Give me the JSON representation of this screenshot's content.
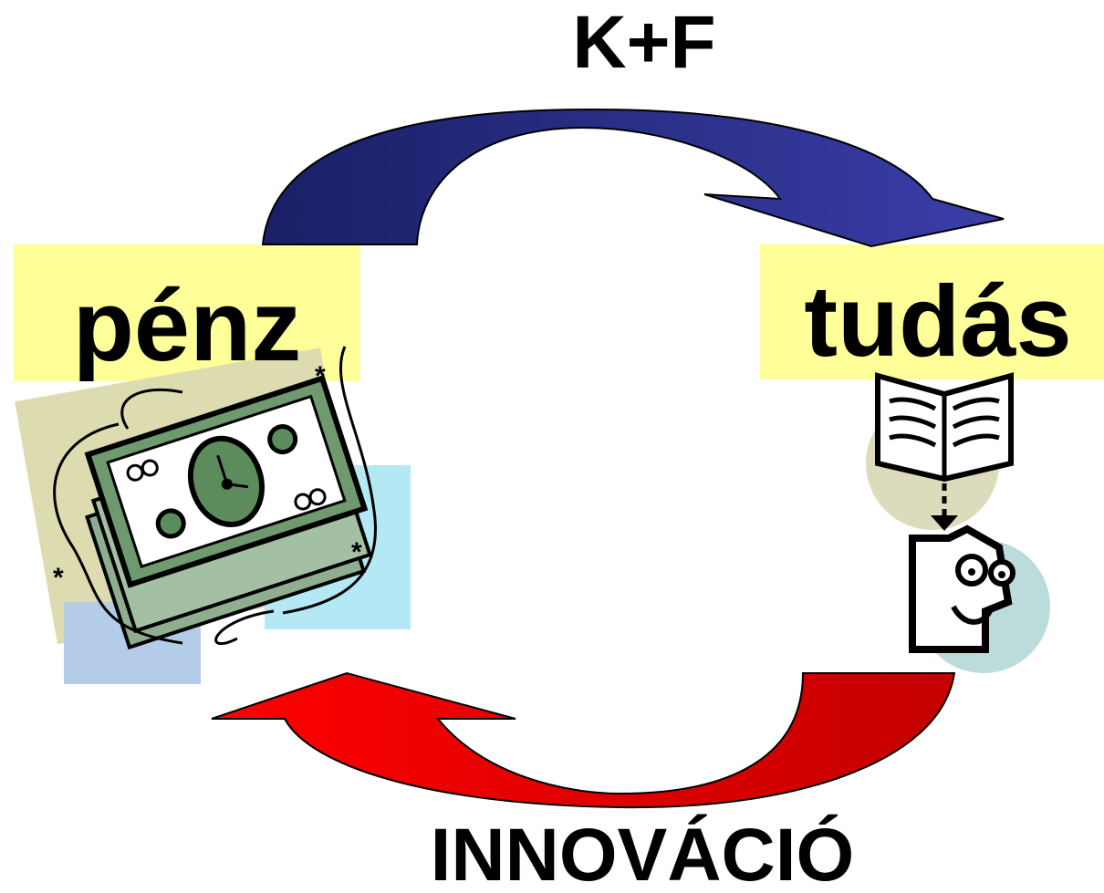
{
  "diagram": {
    "top_label": "K+F",
    "bottom_label": "INNOVÁCIÓ",
    "left_node": {
      "label": "pénz",
      "icon": "money-bills-icon"
    },
    "right_node": {
      "label": "tudás",
      "icon": "book-and-thinker-icon"
    },
    "colors": {
      "top_arrow_dark": "#1a1f66",
      "top_arrow_light": "#3a3ea8",
      "bottom_arrow_light": "#ff0000",
      "bottom_arrow_dark": "#c40000",
      "label_highlight": "#ffff99",
      "money_green": "#6f9a6f",
      "tan_square": "#dcdcb0",
      "cyan_square": "#b4e8f4",
      "blue_square": "#b4cce8",
      "book_circle": "#dcdcbc",
      "thinker_circle": "#bcdcdc"
    }
  }
}
